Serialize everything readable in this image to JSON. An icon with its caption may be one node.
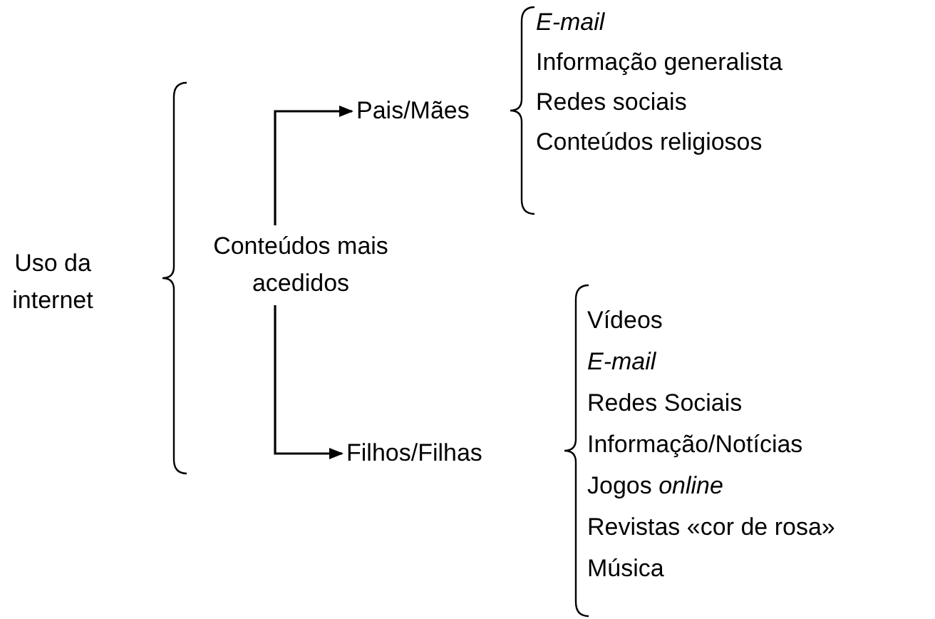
{
  "diagram": {
    "nodes": [
      {
        "text": [
          "Uso da internet"
        ]
      },
      {
        "text": [
          "Conteúdos mais acedidos"
        ]
      },
      {
        "text": [
          "Pais/Mães"
        ]
      },
      {
        "text": [
          "Filhos/Filhas"
        ]
      },
      {
        "text": [
          "*E-mail*",
          "Informação generalista",
          "Redes sociais",
          "Conteúdos religiosos"
        ]
      },
      {
        "text": [
          "Vídeos",
          "*E-mail*",
          "Redes Sociais",
          "Informação/Notícias",
          "Jogos *online*",
          "Revistas «cor de rosa»",
          "Música"
        ]
      }
    ],
    "edges": [
      {
        "from": 1,
        "to": 2,
        "arrow": "to"
      },
      {
        "from": 1,
        "to": 3,
        "arrow": "to"
      }
    ]
  }
}
